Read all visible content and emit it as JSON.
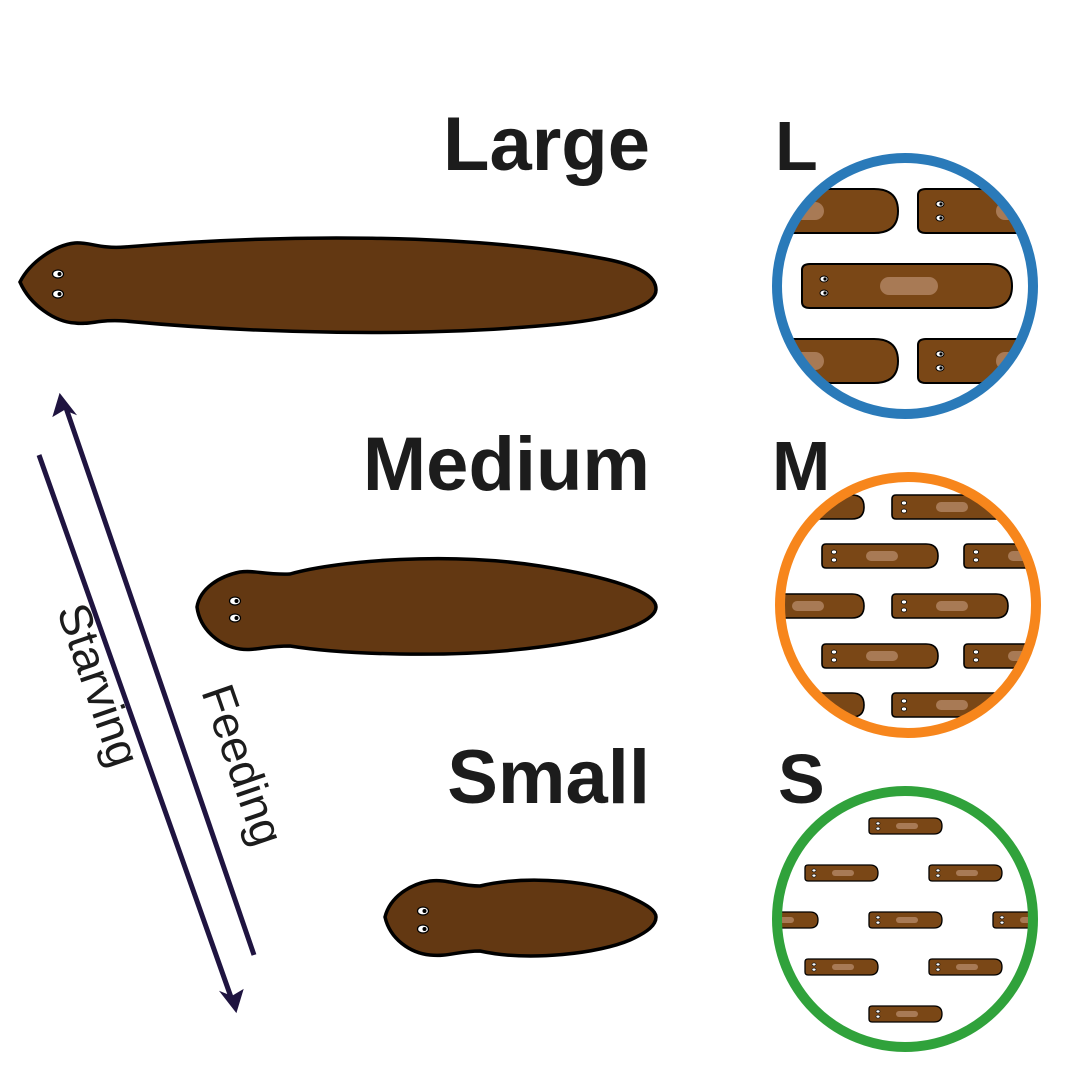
{
  "labels": {
    "large": "Large",
    "medium": "Medium",
    "small": "Small",
    "large_short": "L",
    "medium_short": "M",
    "small_short": "S",
    "feeding": "Feeding",
    "starving": "Starving"
  },
  "colors": {
    "worm_body": "#633812",
    "worm_outline": "#000000",
    "tile_worm": "#7a4716",
    "tile_gut": "#a87a55",
    "ring_large": "#2a7ab9",
    "ring_medium": "#f7861c",
    "ring_small": "#30a23b",
    "arrow": "#1f1440"
  },
  "icons": {
    "worm": "planarian-worm-icon",
    "arrow": "double-arrow-icon"
  }
}
